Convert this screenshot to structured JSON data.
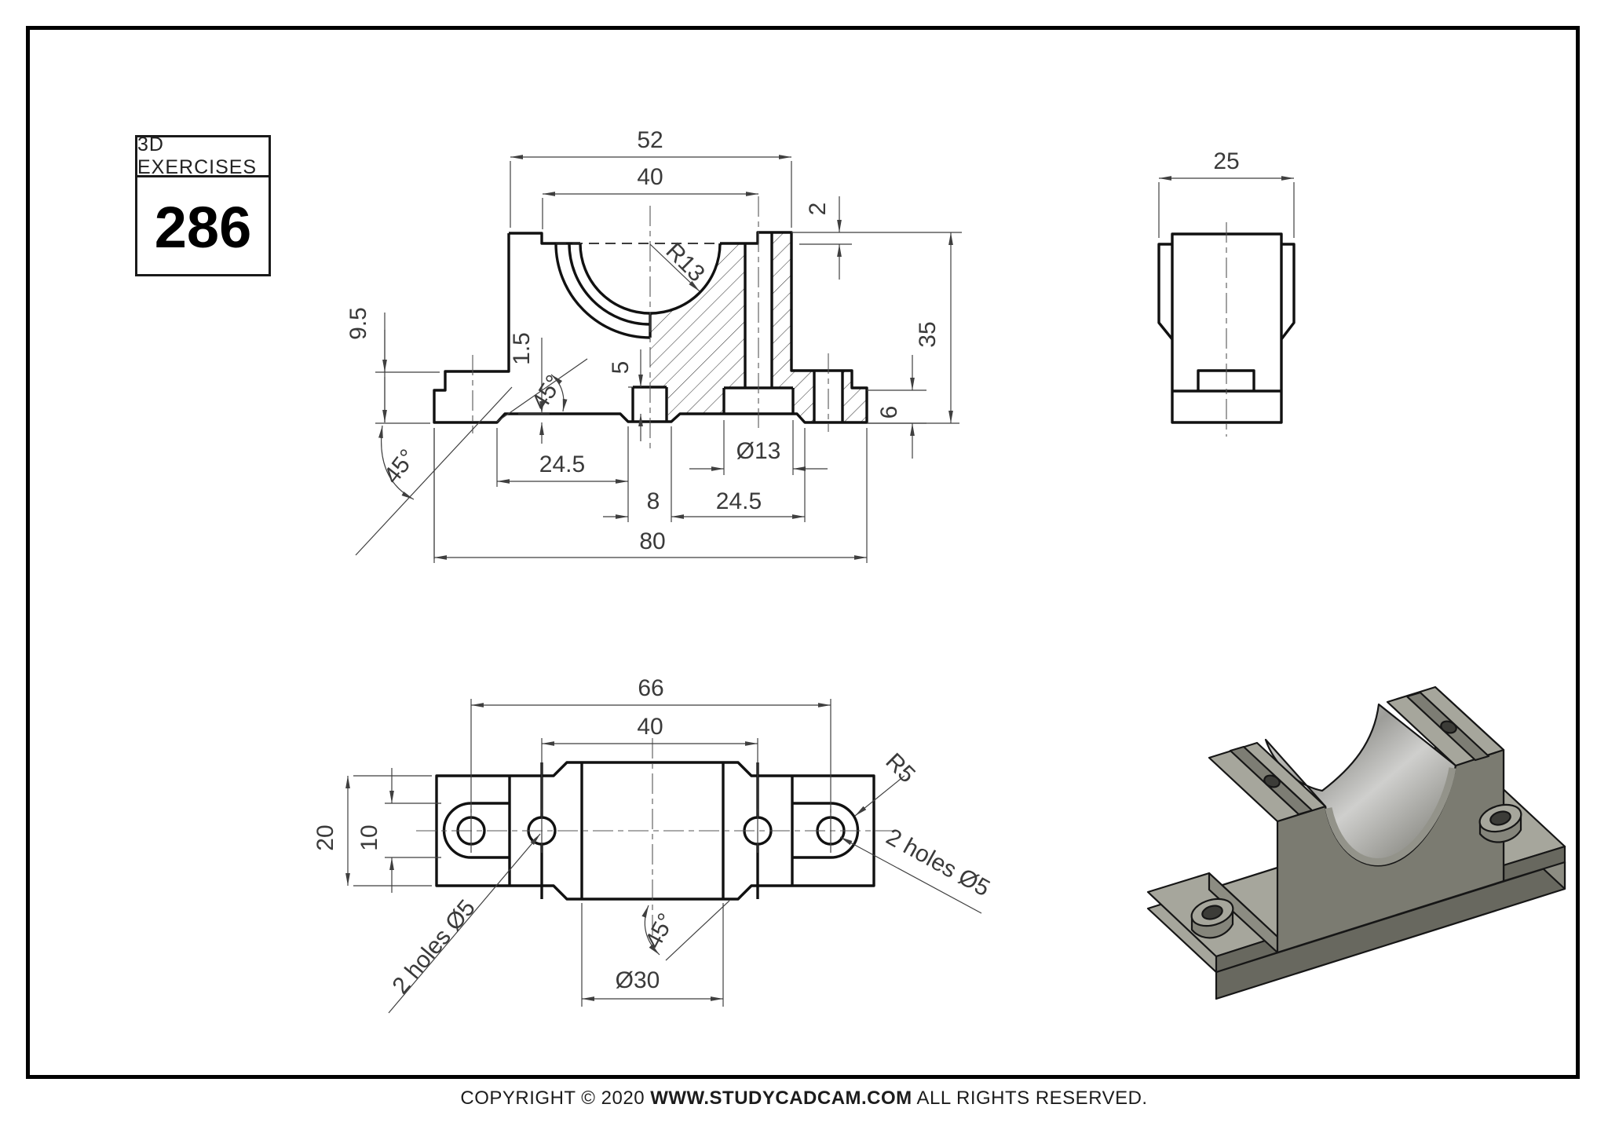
{
  "title_block": {
    "header": "3D EXERCISES",
    "number": "286"
  },
  "front_view": {
    "dim_52": "52",
    "dim_40": "40",
    "dim_2": "2",
    "dim_r13": "R13",
    "dim_9_5": "9.5",
    "dim_1_5": "1.5",
    "dim_45_left": "45°",
    "dim_45_mid": "45°",
    "dim_5": "5",
    "dim_35": "35",
    "dim_6": "6",
    "dim_d13": "Ø13",
    "dim_24_5_left": "24.5",
    "dim_8": "8",
    "dim_24_5_right": "24.5",
    "dim_80": "80"
  },
  "side_view": {
    "dim_25": "25"
  },
  "plan_view": {
    "dim_66": "66",
    "dim_40": "40",
    "dim_20": "20",
    "dim_10": "10",
    "dim_r5": "R5",
    "dim_45": "45°",
    "dim_d30": "Ø30",
    "label_2_holes_left": "2 holes Ø5",
    "label_2_holes_right": "2 holes Ø5"
  },
  "footer": {
    "copyright_prefix": "COPYRIGHT © 2020 ",
    "site": "WWW.STUDYCADCAM.COM",
    "rights_suffix": " ALL RIGHTS RESERVED."
  },
  "colors": {
    "line": "#111111",
    "dim_text": "#3a3a3a",
    "iso_top": "#a6a69c",
    "iso_front": "#7b7b71",
    "iso_front_dark": "#68685f",
    "iso_right": "#8c8c82",
    "iso_bore_light": "#d8d8d6",
    "iso_bore_dark": "#77776f",
    "iso_hole": "#3c3c38"
  }
}
